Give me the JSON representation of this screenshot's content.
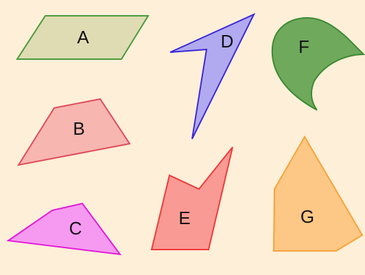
{
  "shapes": [
    {
      "id": "A",
      "label": "A",
      "fill": "#dfdcb3",
      "stroke": "#4a9a3b"
    },
    {
      "id": "B",
      "label": "B",
      "fill": "#f7b6b0",
      "stroke": "#e04a5a"
    },
    {
      "id": "C",
      "label": "C",
      "fill": "#f59af0",
      "stroke": "#e21bd9"
    },
    {
      "id": "D",
      "label": "D",
      "fill": "#b1aaf0",
      "stroke": "#3b28d8"
    },
    {
      "id": "E",
      "label": "E",
      "fill": "#fa9a94",
      "stroke": "#ee3a3a"
    },
    {
      "id": "F",
      "label": "F",
      "fill": "#6fa95c",
      "stroke": "#3c8a33"
    },
    {
      "id": "G",
      "label": "G",
      "fill": "#fdc785",
      "stroke": "#f5a33a"
    }
  ]
}
